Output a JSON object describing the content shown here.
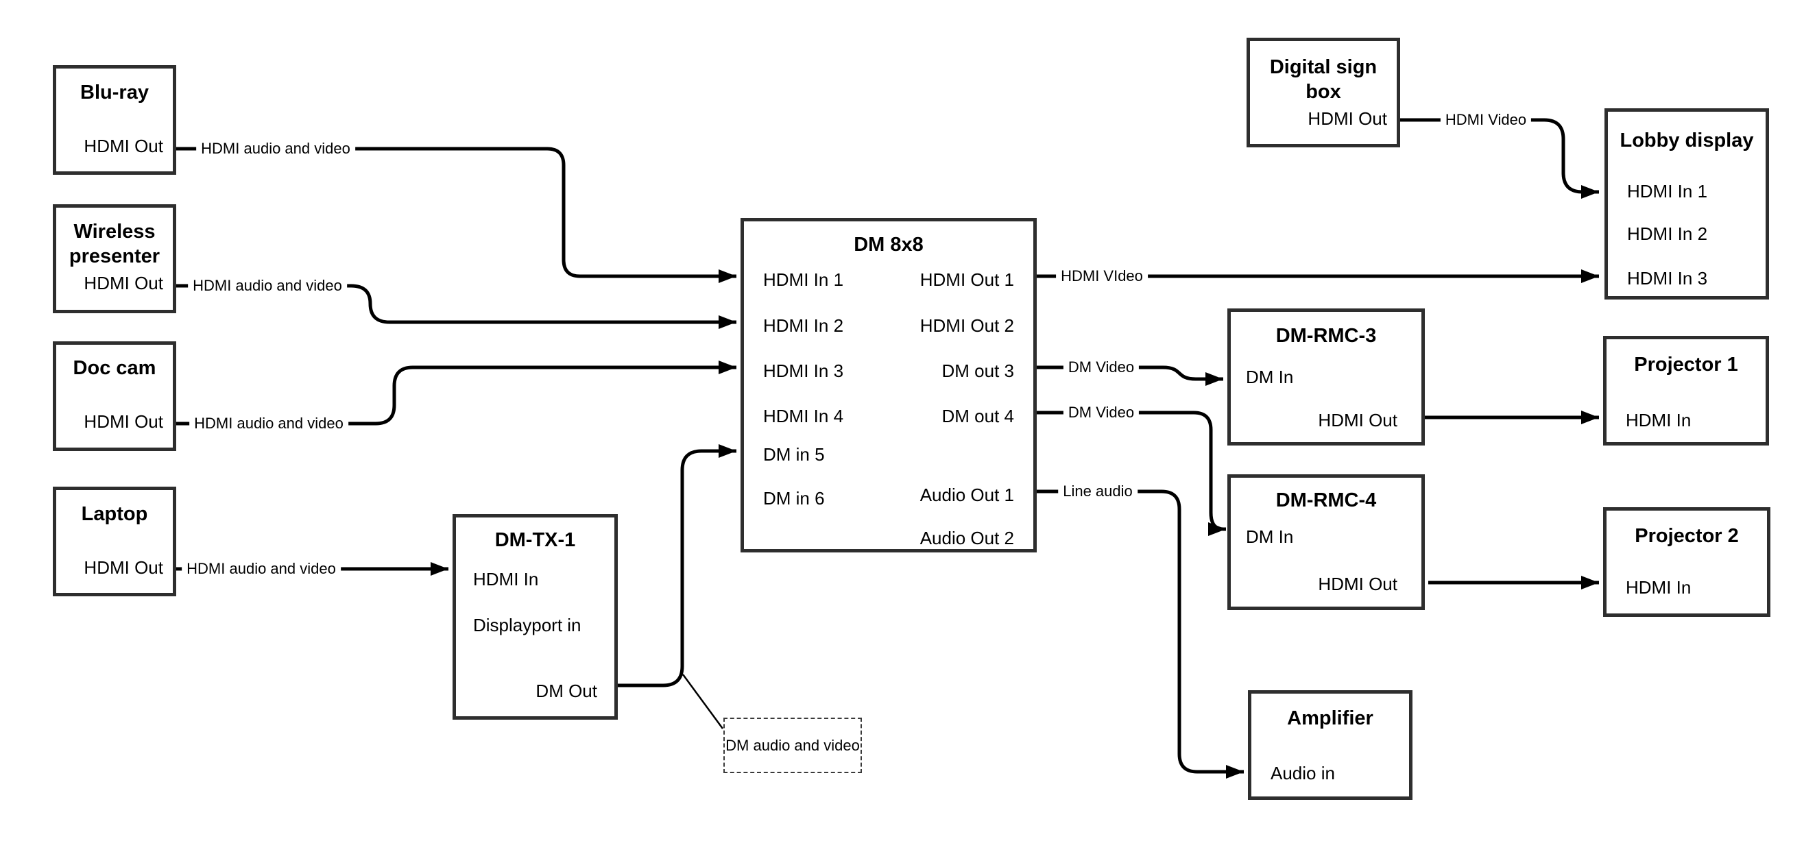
{
  "diagram": {
    "nodes": {
      "bluray": {
        "title": "Blu-ray",
        "port_out": "HDMI Out"
      },
      "wireless": {
        "title": "Wireless presenter",
        "port_out": "HDMI Out"
      },
      "doccam": {
        "title": "Doc cam",
        "port_out": "HDMI Out"
      },
      "laptop": {
        "title": "Laptop",
        "port_out": "HDMI Out"
      },
      "dmtx1": {
        "title": "DM-TX-1",
        "port_hdmi_in": "HDMI In",
        "port_dp_in": "Displayport in",
        "port_dm_out": "DM Out"
      },
      "dm8x8": {
        "title": "DM 8x8",
        "inputs": [
          "HDMI In 1",
          "HDMI In 2",
          "HDMI In 3",
          "HDMI In 4",
          "DM in 5",
          "DM in 6"
        ],
        "outputs": [
          "HDMI Out 1",
          "HDMI Out 2",
          "DM out 3",
          "DM out 4",
          "Audio Out 1",
          "Audio Out 2"
        ]
      },
      "digital_sign": {
        "title": "Digital sign box",
        "port_out": "HDMI Out"
      },
      "lobby": {
        "title": "Lobby display",
        "inputs": [
          "HDMI In 1",
          "HDMI In 2",
          "HDMI In 3"
        ]
      },
      "rmc3": {
        "title": "DM-RMC-3",
        "port_in": "DM In",
        "port_out": "HDMI Out"
      },
      "proj1": {
        "title": "Projector 1",
        "port_in": "HDMI In"
      },
      "rmc4": {
        "title": "DM-RMC-4",
        "port_in": "DM In",
        "port_out": "HDMI Out"
      },
      "proj2": {
        "title": "Projector 2",
        "port_in": "HDMI In"
      },
      "amp": {
        "title": "Amplifier",
        "port_in": "Audio in"
      }
    },
    "edge_labels": {
      "bluray_dm8x8": "HDMI audio and video",
      "wireless_dm8x8": "HDMI audio and video",
      "doccam_dm8x8": "HDMI audio and video",
      "laptop_dmtx1": "HDMI audio and video",
      "dm8x8_lobby": "HDMI VIdeo",
      "sign_lobby": "HDMI Video",
      "dm8x8_rmc3": "DM Video",
      "dm8x8_rmc4": "DM Video",
      "dm8x8_amp": "Line audio"
    },
    "callout": {
      "text": "DM audio and video"
    },
    "colors": {
      "line": "#000000",
      "box_border": "#2e2e2e",
      "text": "#000000",
      "background": "#ffffff"
    }
  }
}
